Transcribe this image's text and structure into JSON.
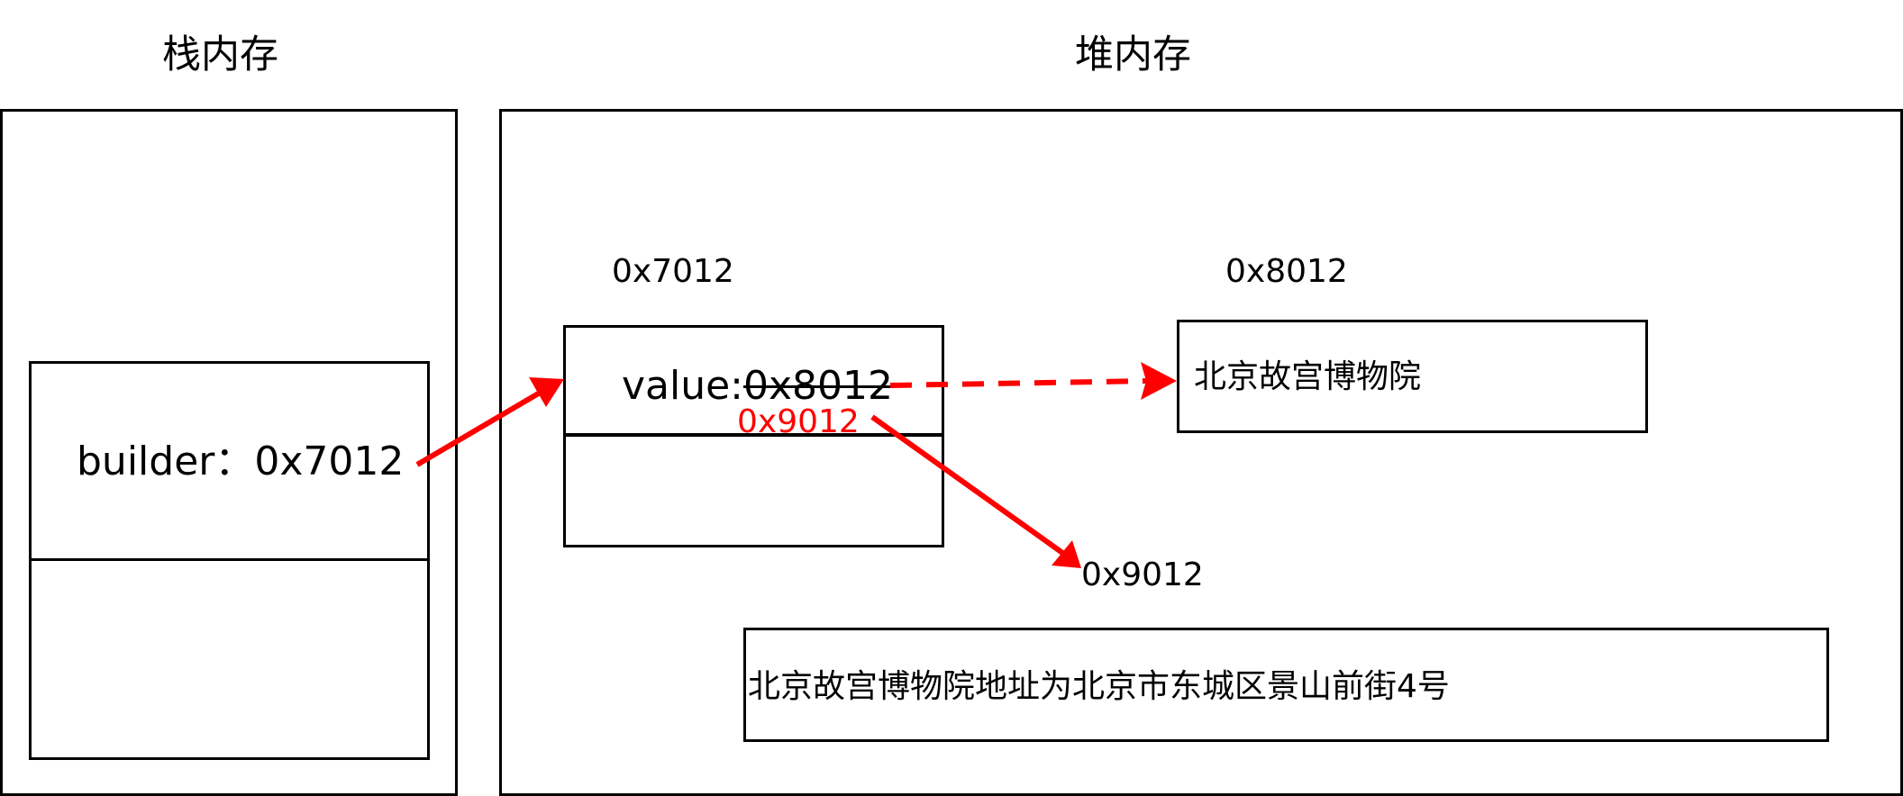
{
  "stack": {
    "title": "栈内存",
    "variable_text": "builder：0x7012"
  },
  "heap": {
    "title": "堆内存",
    "builder_object": {
      "address": "0x7012",
      "value_label": "value:",
      "old_value": "0x8012",
      "new_value": "0x9012"
    },
    "string_old": {
      "address": "0x8012",
      "text": "北京故宫博物院"
    },
    "string_new": {
      "address": "0x9012",
      "text": "北京故宫博物院地址为北京市东城区景山前街4号"
    }
  },
  "colors": {
    "stroke": "#000000",
    "arrow": "#ff0000",
    "changed_text": "#ff0000"
  }
}
